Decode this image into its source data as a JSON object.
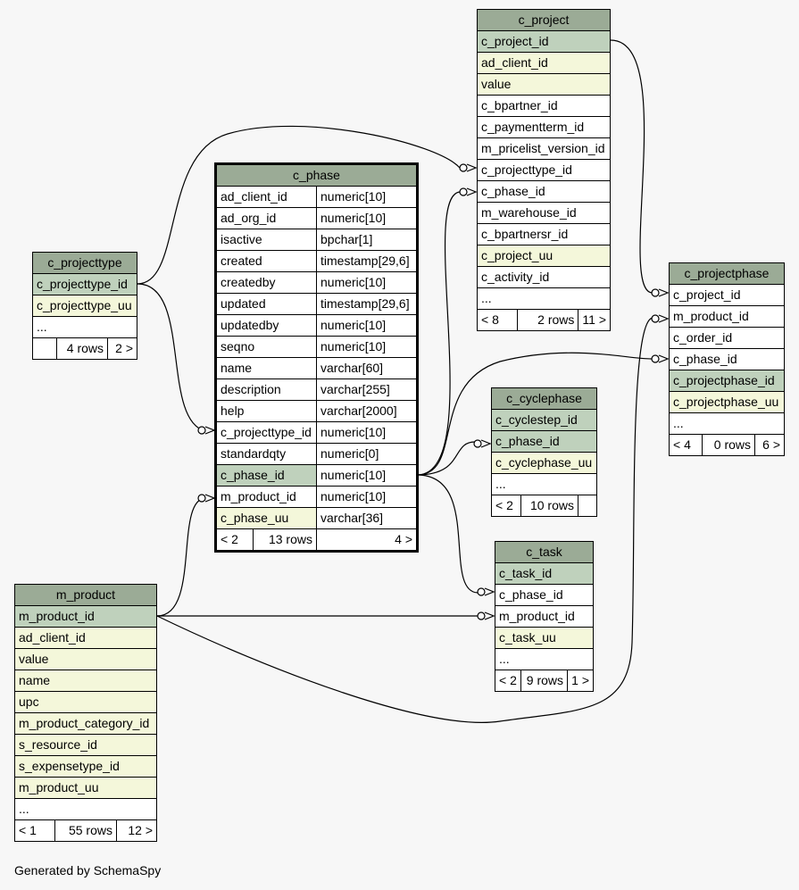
{
  "footer": "Generated by SchemaSpy",
  "tables": {
    "c_project": {
      "name": "c_project",
      "columns": [
        {
          "name": "c_project_id",
          "style": "pk"
        },
        {
          "name": "ad_client_id",
          "style": "idx"
        },
        {
          "name": "value",
          "style": "idx"
        },
        {
          "name": "c_bpartner_id",
          "style": ""
        },
        {
          "name": "c_paymentterm_id",
          "style": ""
        },
        {
          "name": "m_pricelist_version_id",
          "style": ""
        },
        {
          "name": "c_projecttype_id",
          "style": ""
        },
        {
          "name": "c_phase_id",
          "style": ""
        },
        {
          "name": "m_warehouse_id",
          "style": ""
        },
        {
          "name": "c_bpartnersr_id",
          "style": ""
        },
        {
          "name": "c_project_uu",
          "style": "idx"
        },
        {
          "name": "c_activity_id",
          "style": ""
        },
        {
          "name": "...",
          "style": ""
        }
      ],
      "footer": {
        "left": "< 8",
        "rows": "2 rows",
        "right": "11 >"
      }
    },
    "c_projecttype": {
      "name": "c_projecttype",
      "columns": [
        {
          "name": "c_projecttype_id",
          "style": "pk"
        },
        {
          "name": "c_projecttype_uu",
          "style": "idx"
        },
        {
          "name": "...",
          "style": ""
        }
      ],
      "footer": {
        "left": "",
        "rows": "4 rows",
        "right": "2 >"
      }
    },
    "c_phase": {
      "name": "c_phase",
      "columns": [
        {
          "name": "ad_client_id",
          "type": "numeric[10]",
          "style": ""
        },
        {
          "name": "ad_org_id",
          "type": "numeric[10]",
          "style": ""
        },
        {
          "name": "isactive",
          "type": "bpchar[1]",
          "style": ""
        },
        {
          "name": "created",
          "type": "timestamp[29,6]",
          "style": ""
        },
        {
          "name": "createdby",
          "type": "numeric[10]",
          "style": ""
        },
        {
          "name": "updated",
          "type": "timestamp[29,6]",
          "style": ""
        },
        {
          "name": "updatedby",
          "type": "numeric[10]",
          "style": ""
        },
        {
          "name": "seqno",
          "type": "numeric[10]",
          "style": ""
        },
        {
          "name": "name",
          "type": "varchar[60]",
          "style": ""
        },
        {
          "name": "description",
          "type": "varchar[255]",
          "style": ""
        },
        {
          "name": "help",
          "type": "varchar[2000]",
          "style": ""
        },
        {
          "name": "c_projecttype_id",
          "type": "numeric[10]",
          "style": ""
        },
        {
          "name": "standardqty",
          "type": "numeric[0]",
          "style": ""
        },
        {
          "name": "c_phase_id",
          "type": "numeric[10]",
          "style": "pk"
        },
        {
          "name": "m_product_id",
          "type": "numeric[10]",
          "style": ""
        },
        {
          "name": "c_phase_uu",
          "type": "varchar[36]",
          "style": "idx"
        }
      ],
      "footer": {
        "left": "< 2",
        "rows": "13 rows",
        "right": "4 >"
      }
    },
    "c_projectphase": {
      "name": "c_projectphase",
      "columns": [
        {
          "name": "c_project_id",
          "style": ""
        },
        {
          "name": "m_product_id",
          "style": ""
        },
        {
          "name": "c_order_id",
          "style": ""
        },
        {
          "name": "c_phase_id",
          "style": ""
        },
        {
          "name": "c_projectphase_id",
          "style": "pk"
        },
        {
          "name": "c_projectphase_uu",
          "style": "idx"
        },
        {
          "name": "...",
          "style": ""
        }
      ],
      "footer": {
        "left": "< 4",
        "rows": "0 rows",
        "right": "6 >"
      }
    },
    "c_cyclephase": {
      "name": "c_cyclephase",
      "columns": [
        {
          "name": "c_cyclestep_id",
          "style": "pk"
        },
        {
          "name": "c_phase_id",
          "style": "pk"
        },
        {
          "name": "c_cyclephase_uu",
          "style": "idx"
        },
        {
          "name": "...",
          "style": ""
        }
      ],
      "footer": {
        "left": "< 2",
        "rows": "10 rows",
        "right": ""
      }
    },
    "c_task": {
      "name": "c_task",
      "columns": [
        {
          "name": "c_task_id",
          "style": "pk"
        },
        {
          "name": "c_phase_id",
          "style": ""
        },
        {
          "name": "m_product_id",
          "style": ""
        },
        {
          "name": "c_task_uu",
          "style": "idx"
        },
        {
          "name": "...",
          "style": ""
        }
      ],
      "footer": {
        "left": "< 2",
        "rows": "9 rows",
        "right": "1 >"
      }
    },
    "m_product": {
      "name": "m_product",
      "columns": [
        {
          "name": "m_product_id",
          "style": "pk"
        },
        {
          "name": "ad_client_id",
          "style": "idx"
        },
        {
          "name": "value",
          "style": "idx"
        },
        {
          "name": "name",
          "style": "idx"
        },
        {
          "name": "upc",
          "style": "idx"
        },
        {
          "name": "m_product_category_id",
          "style": "idx"
        },
        {
          "name": "s_resource_id",
          "style": "idx"
        },
        {
          "name": "s_expensetype_id",
          "style": "idx"
        },
        {
          "name": "m_product_uu",
          "style": "idx"
        },
        {
          "name": "...",
          "style": ""
        }
      ],
      "footer": {
        "left": "< 1",
        "rows": "55 rows",
        "right": "12 >"
      }
    }
  }
}
